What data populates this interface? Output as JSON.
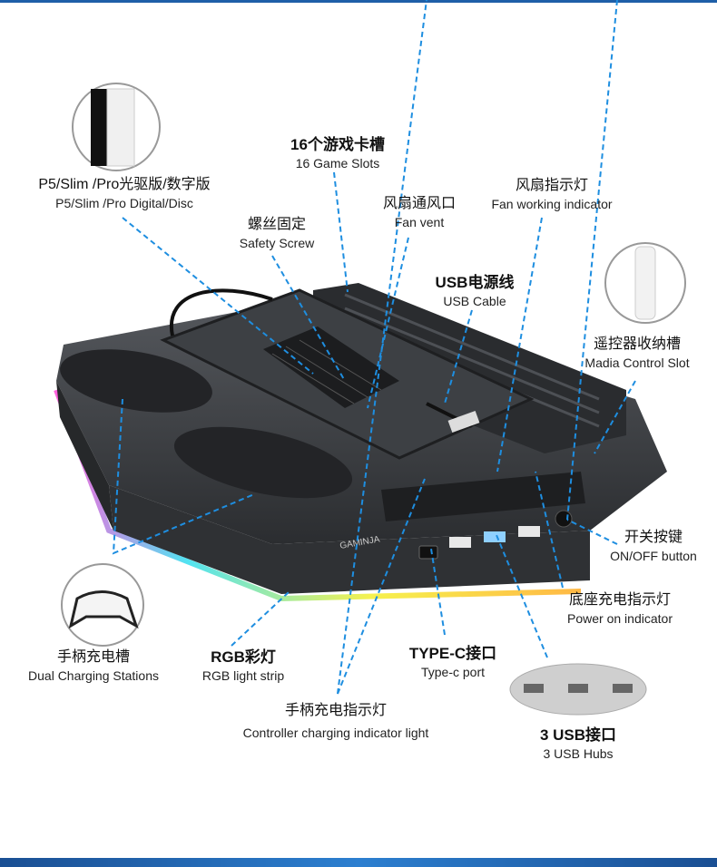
{
  "colors": {
    "accent": "#1e8ee0",
    "frame": "#1e5fa8",
    "product": "#3a3c40"
  },
  "brand_logo": "GAMINJA",
  "labels": {
    "game_slots": {
      "cn": "16个游戏卡槽",
      "en": "16 Game Slots"
    },
    "console": {
      "cn": "P5/Slim /Pro光驱版/数字版",
      "en": "P5/Slim /Pro Digital/Disc"
    },
    "fan_indicator": {
      "cn": "风扇指示灯",
      "en": "Fan working indicator"
    },
    "fan_vent": {
      "cn": "风扇通风口",
      "en": "Fan vent"
    },
    "safety_screw": {
      "cn": "螺丝固定",
      "en": "Safety Screw"
    },
    "usb_cable": {
      "cn": "USB电源线",
      "en": "USB Cable"
    },
    "remote_slot": {
      "cn": "遥控器收纳槽",
      "en": "Madia Control Slot"
    },
    "on_off": {
      "cn": "开关按键",
      "en": "ON/OFF button"
    },
    "power_indicator": {
      "cn": "底座充电指示灯",
      "en": "Power on indicator"
    },
    "dual_charging": {
      "cn": "手柄充电槽",
      "en": "Dual Charging Stations"
    },
    "rgb": {
      "cn": "RGB彩灯",
      "en": "RGB light strip"
    },
    "type_c": {
      "cn": "TYPE-C接口",
      "en": "Type-c port"
    },
    "controller_indicator": {
      "cn": "手柄充电指示灯",
      "en": "Controller charging indicator light"
    },
    "usb_hubs": {
      "cn": "3 USB接口",
      "en": "3 USB Hubs"
    }
  }
}
